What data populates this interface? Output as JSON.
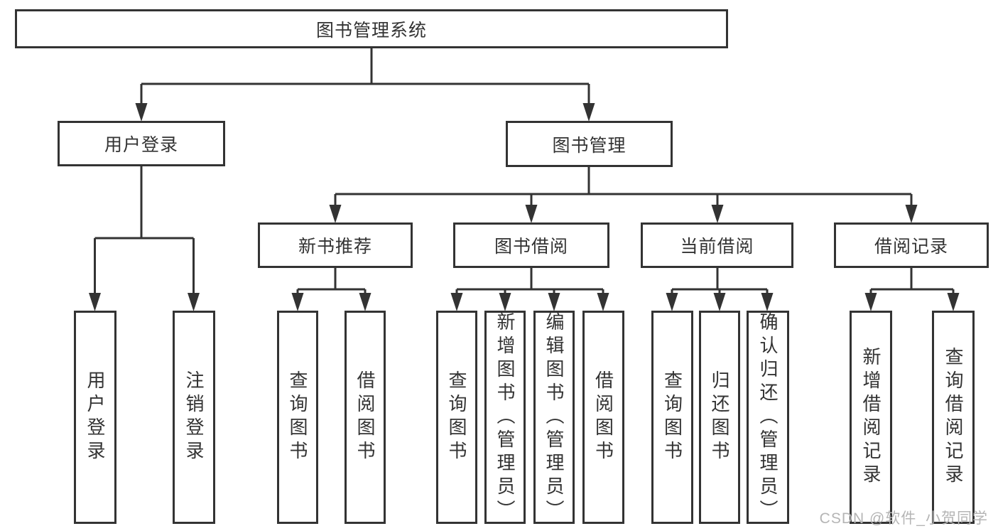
{
  "nodes": {
    "root": "图书管理系统",
    "user_login": "用户登录",
    "book_mgmt": "图书管理",
    "new_book": "新书推荐",
    "book_borrow": "图书借阅",
    "current_borrow": "当前借阅",
    "borrow_records": "借阅记录",
    "leaf_user_login": "用户登录",
    "leaf_logout": "注销登录",
    "leaf_nb_query": "查询图书",
    "leaf_nb_borrow": "借阅图书",
    "leaf_bb_query": "查询图书",
    "leaf_bb_add": "新增图书（管理员）",
    "leaf_bb_edit": "编辑图书（管理员）",
    "leaf_bb_borrow": "借阅图书",
    "leaf_cb_query": "查询图书",
    "leaf_cb_return": "归还图书",
    "leaf_cb_confirm": "确认归还（管理员）",
    "leaf_br_add": "新增借阅记录",
    "leaf_br_query": "查询借阅记录"
  },
  "watermark": "CSDN @软件_小贺同学",
  "colors": {
    "line": "#333333",
    "text": "#333333",
    "box_background": "#ffffff",
    "watermark": "#b5b5b5",
    "background": "#ffffff"
  }
}
